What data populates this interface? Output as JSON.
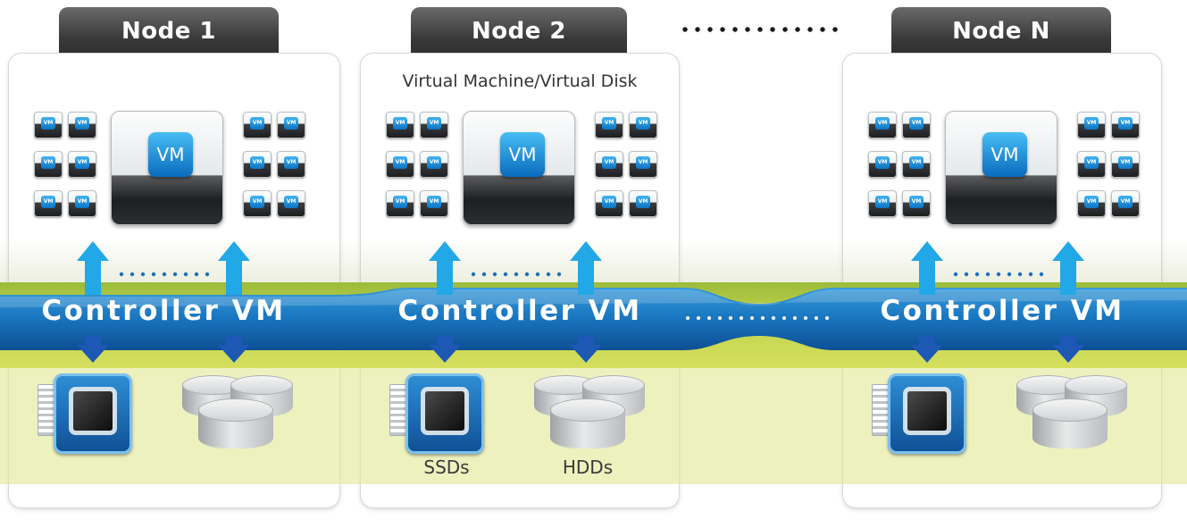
{
  "nodes": [
    {
      "name": "Node 1",
      "vm_label": "VM",
      "controller_label": "Controller VM"
    },
    {
      "name": "Node 2",
      "vm_label": "VM",
      "controller_label": "Controller VM",
      "vdisk_label": "Virtual Machine/Virtual Disk",
      "ssd_label": "SSDs",
      "hdd_label": "HDDs"
    },
    {
      "name": "Node N",
      "vm_label": "VM",
      "controller_label": "Controller VM"
    }
  ],
  "mini_vm_label": "VM",
  "colors": {
    "tab": "#3a3a3a",
    "controller_band": "#1a78c2",
    "arrow_up": "#22a8e6",
    "arrow_down": "#1d58b5",
    "storage_band": "#e2e996",
    "green_band": "#b7cd4a"
  },
  "icons": {
    "vm": "vm-cube-icon",
    "cpu": "flash-ssd-chip-icon",
    "disk": "hdd-disk-icon"
  }
}
